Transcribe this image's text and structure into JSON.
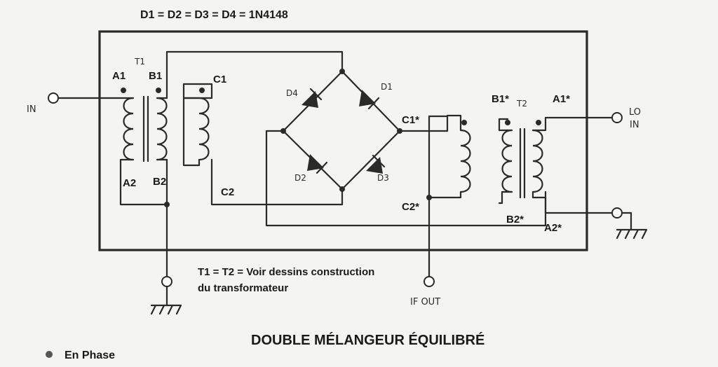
{
  "header": {
    "diode_spec": "D1 = D2 = D3 = D4 = 1N4148"
  },
  "title": "DOUBLE MÉLANGEUR ÉQUILIBRÉ",
  "note": {
    "line1": "T1 = T2 = Voir  dessins construction",
    "line2": "du transformateur"
  },
  "legend": {
    "label": "En Phase",
    "dot_color": "#555555"
  },
  "colors": {
    "title": "#1b3a1b",
    "ink": "#2a2a2a",
    "background": "#f4f4f2"
  },
  "ports": {
    "in": "IN",
    "lo": "LO",
    "lo_in": "IN",
    "if_out": "IF OUT"
  },
  "transformer_t1": {
    "name": "T1",
    "a1": "A1",
    "a2": "A2",
    "b1": "B1",
    "b2": "B2",
    "c1": "C1",
    "c2": "C2"
  },
  "transformer_t2": {
    "name": "T2",
    "a1": "A1*",
    "a2": "A2*",
    "b1": "B1*",
    "b2": "B2*",
    "c1": "C1*",
    "c2": "C2*"
  },
  "diodes": {
    "d1": "D1",
    "d2": "D2",
    "d3": "D3",
    "d4": "D4"
  }
}
